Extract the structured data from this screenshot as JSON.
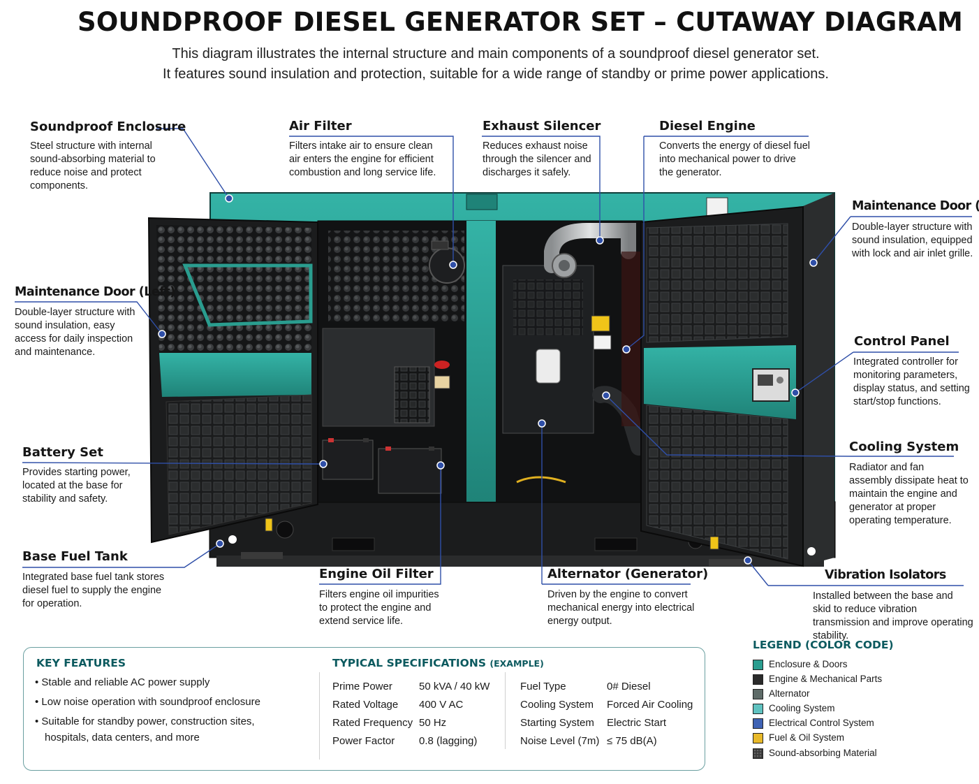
{
  "title": "SOUNDPROOF DIESEL GENERATOR SET – CUTAWAY DIAGRAM",
  "subtitle_lines": [
    "This diagram illustrates the internal structure and main components of a soundproof diesel generator set.",
    "It features sound insulation and protection, suitable for a wide range of standby or prime power applications."
  ],
  "callouts": {
    "soundproof_enclosure": {
      "title": "Soundproof Enclosure",
      "desc": "Steel structure with internal sound-absorbing material to reduce noise and protect components."
    },
    "air_filter": {
      "title": "Air Filter",
      "desc": "Filters intake air to ensure clean air enters the engine for efficient combustion and long service life."
    },
    "exhaust_silencer": {
      "title": "Exhaust Silencer",
      "desc": "Reduces exhaust noise through the silencer and discharges it safely."
    },
    "diesel_engine": {
      "title": "Diesel Engine",
      "desc": "Converts the energy of diesel fuel into mechanical power to drive the generator."
    },
    "maintenance_door_right": {
      "title": "Maintenance Door (Right)",
      "desc": "Double-layer structure with sound insulation, equipped with lock and air inlet grille."
    },
    "maintenance_door_left": {
      "title": "Maintenance Door (Left)",
      "desc": "Double-layer structure with sound insulation, easy access for daily inspection and maintenance."
    },
    "control_panel": {
      "title": "Control Panel",
      "desc": "Integrated controller for monitoring parameters, display status, and setting start/stop functions."
    },
    "battery_set": {
      "title": "Battery Set",
      "desc": "Provides starting power, located at the base for stability and safety."
    },
    "cooling_system": {
      "title": "Cooling System",
      "desc": "Radiator and fan assembly dissipate heat to maintain the engine and generator at proper operating temperature."
    },
    "base_fuel_tank": {
      "title": "Base Fuel Tank",
      "desc": "Integrated base fuel tank stores diesel fuel to supply the engine for operation."
    },
    "engine_oil_filter": {
      "title": "Engine Oil Filter",
      "desc": "Filters engine oil impurities to protect the engine and extend service life."
    },
    "alternator": {
      "title": "Alternator (Generator)",
      "desc": "Driven by the engine to convert mechanical energy into electrical energy output."
    },
    "vibration_isolators": {
      "title": "Vibration Isolators",
      "desc": "Installed between the base and skid to reduce vibration transmission and improve operating stability."
    }
  },
  "key_features": {
    "title": "KEY FEATURES",
    "items": [
      "Stable and reliable AC power supply",
      "Low noise operation with soundproof enclosure",
      "Suitable for standby power, construction sites, hospitals, data centers, and more"
    ]
  },
  "specs": {
    "title": "TYPICAL SPECIFICATIONS",
    "title_suffix": "(EXAMPLE)",
    "left": [
      {
        "label": "Prime Power",
        "value": "50 kVA / 40 kW"
      },
      {
        "label": "Rated Voltage",
        "value": "400 V AC"
      },
      {
        "label": "Rated Frequency",
        "value": "50 Hz"
      },
      {
        "label": "Power Factor",
        "value": "0.8 (lagging)"
      }
    ],
    "right": [
      {
        "label": "Fuel Type",
        "value": "0# Diesel"
      },
      {
        "label": "Cooling System",
        "value": "Forced Air Cooling"
      },
      {
        "label": "Starting System",
        "value": "Electric Start"
      },
      {
        "label": "Noise Level (7m)",
        "value": "≤ 75 dB(A)"
      }
    ]
  },
  "legend": {
    "title": "LEGEND (COLOR CODE)",
    "items": [
      {
        "label": "Enclosure & Doors",
        "color": "#2a9d8f"
      },
      {
        "label": "Engine & Mechanical Parts",
        "color": "#2b2b2b"
      },
      {
        "label": "Alternator",
        "color": "#5e6b68"
      },
      {
        "label": "Cooling System",
        "color": "#5fc2c0"
      },
      {
        "label": "Electrical Control System",
        "color": "#3f63b5"
      },
      {
        "label": "Fuel & Oil System",
        "color": "#e8b92a"
      },
      {
        "label": "Sound-absorbing Material",
        "color": "#3a3a3a"
      }
    ]
  },
  "colors": {
    "teal": "#2a9d8f",
    "leader_blue": "#2f4fa8",
    "dark": "#1c1e1f",
    "heading_teal": "#0c5a5f"
  }
}
